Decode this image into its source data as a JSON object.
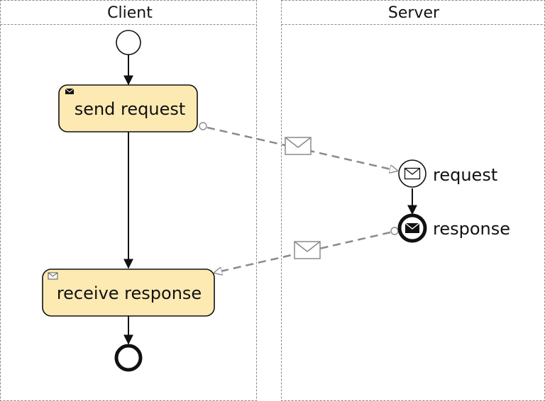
{
  "lanes": {
    "client": {
      "title": "Client"
    },
    "server": {
      "title": "Server"
    }
  },
  "tasks": {
    "send_request": {
      "label": "send request",
      "icon": "envelope-filled-icon"
    },
    "receive_response": {
      "label": "receive response",
      "icon": "envelope-outline-icon"
    }
  },
  "events": {
    "request": {
      "label": "request",
      "type": "message-start-event",
      "icon": "envelope-outline-icon"
    },
    "response": {
      "label": "response",
      "type": "message-end-event",
      "icon": "envelope-filled-icon"
    }
  },
  "colors": {
    "task_fill": "#fdeab3",
    "stroke": "#111111",
    "message_flow": "#8a8a8a",
    "lane_border": "#888888"
  }
}
